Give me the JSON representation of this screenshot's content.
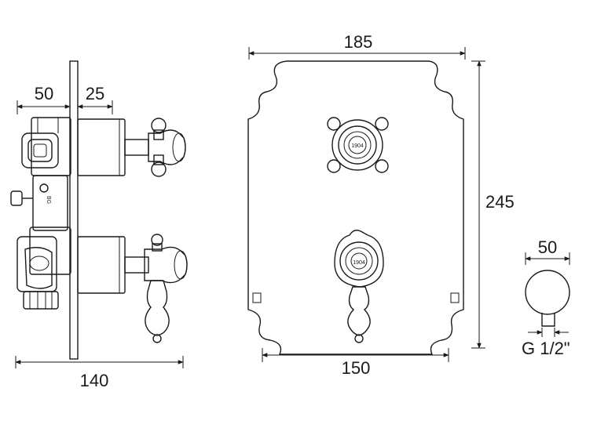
{
  "dimensions": {
    "side_depth": "50",
    "side_handle": "25",
    "side_total": "140",
    "front_width_top": "185",
    "front_height": "245",
    "front_width_bottom": "150",
    "outlet_diameter": "50",
    "outlet_thread": "G 1/2\""
  },
  "markings": {
    "body_logo": "BG",
    "handle_text": "1904"
  }
}
